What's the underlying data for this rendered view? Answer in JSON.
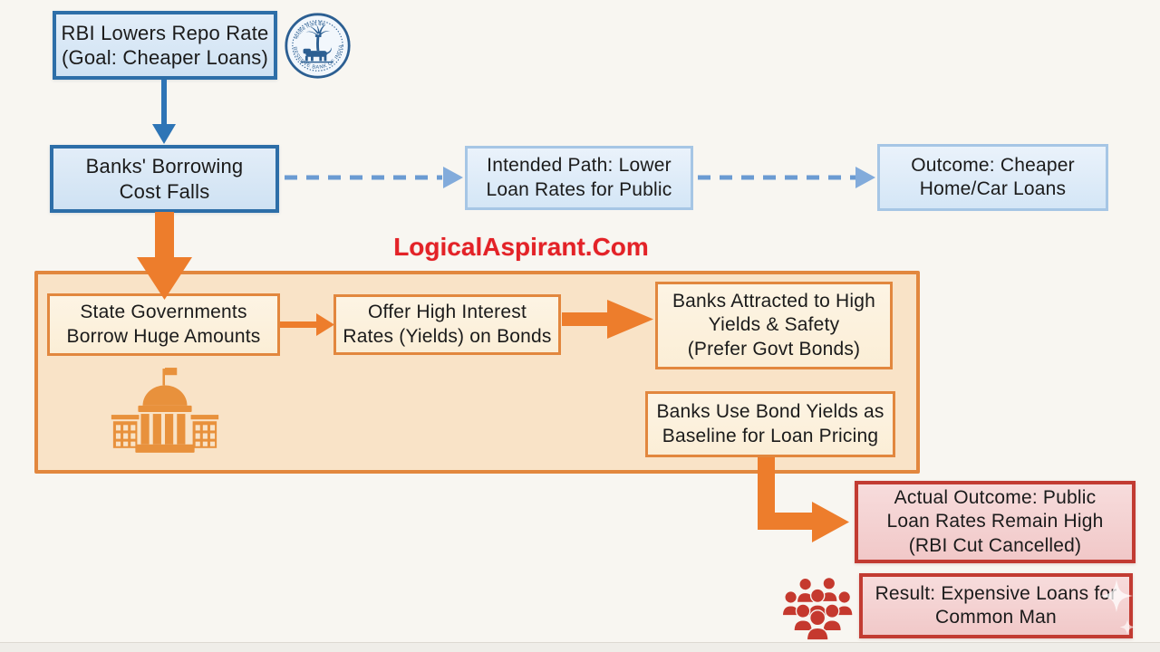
{
  "watermark": {
    "text": "LogicalAspirant.Com",
    "color": "#e32227"
  },
  "nodes": {
    "rbi": {
      "label": "RBI Lowers Repo Rate\n(Goal: Cheaper Loans)"
    },
    "banks_cost": {
      "label": "Banks' Borrowing\nCost Falls"
    },
    "intended_path": {
      "label": "Intended Path: Lower\nLoan Rates for Public"
    },
    "cheaper_outcome": {
      "label": "Outcome: Cheaper\nHome/Car Loans"
    },
    "state_gov": {
      "label": "State Governments\nBorrow Huge Amounts"
    },
    "offer_rates": {
      "label": "Offer High Interest\nRates (Yields) on Bonds"
    },
    "banks_attracted": {
      "label": "Banks Attracted to High\nYields & Safety\n(Prefer Govt Bonds)"
    },
    "banks_use_yields": {
      "label": "Banks Use Bond Yields as\nBaseline for Loan Pricing"
    },
    "actual_outcome": {
      "label": "Actual Outcome: Public\nLoan Rates Remain High\n(RBI Cut Cancelled)"
    },
    "result": {
      "label": "Result: Expensive Loans for\nCommon Man"
    }
  },
  "rbi_seal": {
    "text_en": "RESERVE BANK OF INDIA",
    "text_hi": "भारतीय रिज़र्व बैंक"
  },
  "icons": {
    "rbi_logo": "rbi-seal-icon",
    "government_building": "government-building-icon",
    "crowd": "crowd-people-icon",
    "sparkle": "sparkle-icon"
  },
  "colors": {
    "strong_blue_border": "#2d6ea8",
    "light_blue_border": "#a6c6e5",
    "blue_arrow": "#2e75b6",
    "dashed_arrow_blue": "#6b9bd2",
    "orange_border": "#e2873e",
    "orange_arrow": "#ed7d2c",
    "orange_container_fill": "#f9e3c7",
    "red_border": "#c23b32",
    "red_fill": "#f5d0d0",
    "icon_red": "#c5392e",
    "background": "#f8f6f1"
  }
}
